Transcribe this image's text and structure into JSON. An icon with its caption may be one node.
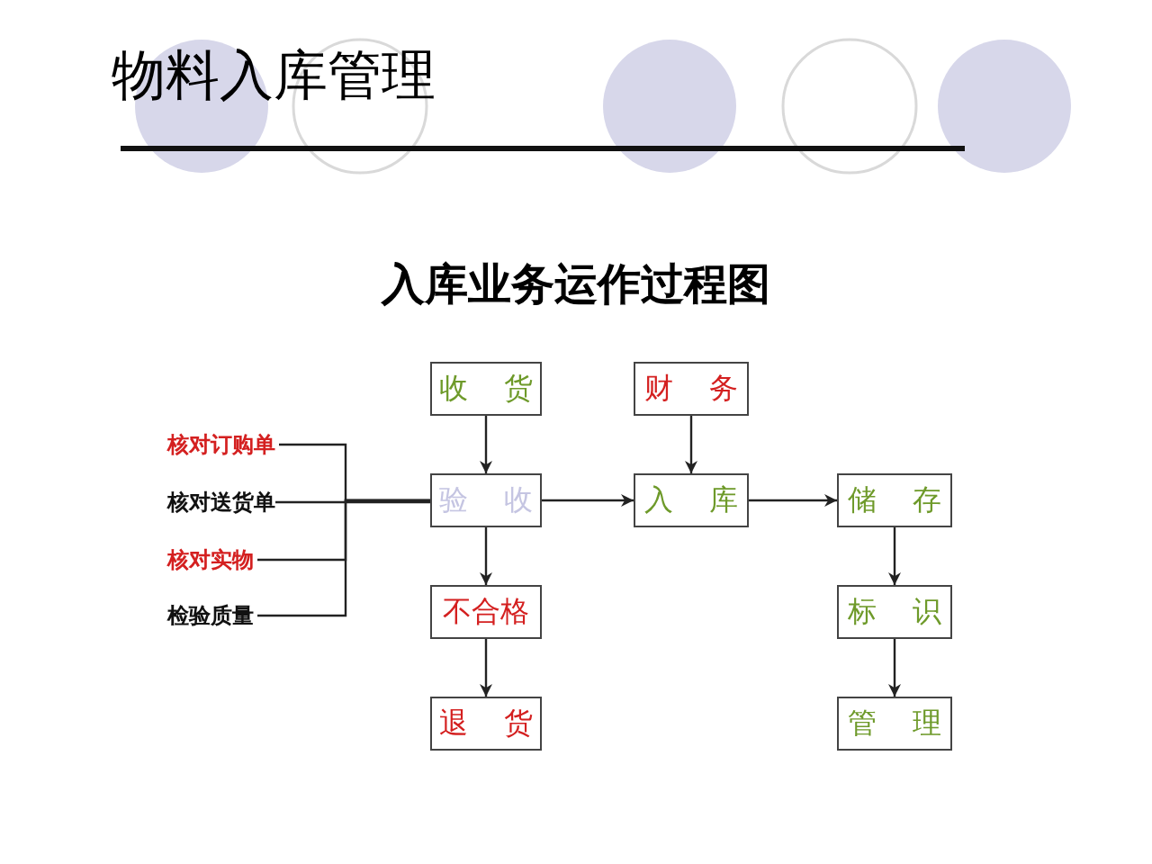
{
  "diagram": {
    "title": "物料入库管理",
    "nodes": [
      {
        "text": [
          "收货"
        ]
      },
      {
        "text": [
          "财务"
        ]
      },
      {
        "text": [
          "核对订购单"
        ]
      },
      {
        "text": [
          "核对送货单"
        ]
      },
      {
        "text": [
          "验收"
        ]
      },
      {
        "text": [
          "入库"
        ]
      },
      {
        "text": [
          "储存"
        ]
      },
      {
        "text": [
          "核对实物"
        ]
      },
      {
        "text": [
          "不合格"
        ]
      },
      {
        "text": [
          "标识"
        ]
      },
      {
        "text": [
          "检验质量"
        ]
      },
      {
        "text": [
          "退货"
        ]
      },
      {
        "text": [
          "管理"
        ]
      }
    ],
    "edges": [
      {
        "from": 0,
        "to": 4,
        "arrow": "to"
      },
      {
        "from": 1,
        "to": 5,
        "arrow": "to"
      },
      {
        "from": 2,
        "to": 4,
        "arrow": "none"
      },
      {
        "from": 3,
        "to": 4,
        "arrow": "none"
      },
      {
        "from": 7,
        "to": 4,
        "arrow": "none"
      },
      {
        "from": 10,
        "to": 4,
        "arrow": "none"
      },
      {
        "from": 4,
        "to": 5,
        "arrow": "to"
      },
      {
        "from": 5,
        "to": 6,
        "arrow": "to"
      },
      {
        "from": 4,
        "to": 8,
        "arrow": "to"
      },
      {
        "from": 6,
        "to": 9,
        "arrow": "to"
      },
      {
        "from": 8,
        "to": 11,
        "arrow": "to"
      },
      {
        "from": 9,
        "to": 12,
        "arrow": "to"
      }
    ],
    "labels": [
      "入库业务运作过程图"
    ]
  }
}
